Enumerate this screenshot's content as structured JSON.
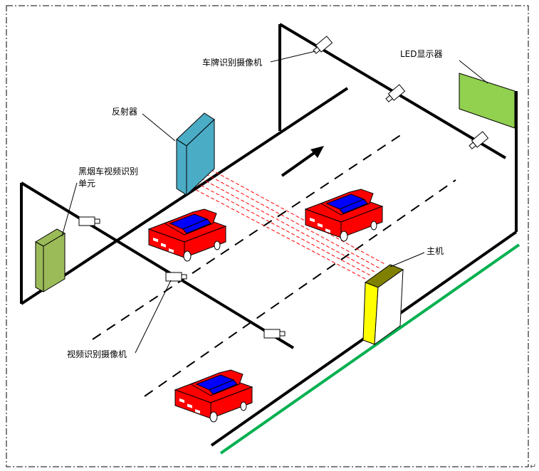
{
  "labels": {
    "plate_camera": "车牌识别摄像机",
    "led_display": "LED显示器",
    "reflector": "反射器",
    "video_unit_line1": "黑烟车视频识别",
    "video_unit_line2": "单元",
    "host": "主机",
    "video_camera": "视频识别摄像机",
    "corner_mark": "↵"
  },
  "colors": {
    "reflector": "#4BACC6",
    "led_display": "#92D050",
    "video_unit": "#9BBB59",
    "host_front": "#FFFF00",
    "host_top": "#808000",
    "car_body": "#FF0000",
    "car_glass": "#0000FF",
    "beam": "#FF0000",
    "curb": "#00B050"
  },
  "icons": {
    "direction": "arrow-icon",
    "camera": "camera-icon",
    "car": "car-icon"
  }
}
